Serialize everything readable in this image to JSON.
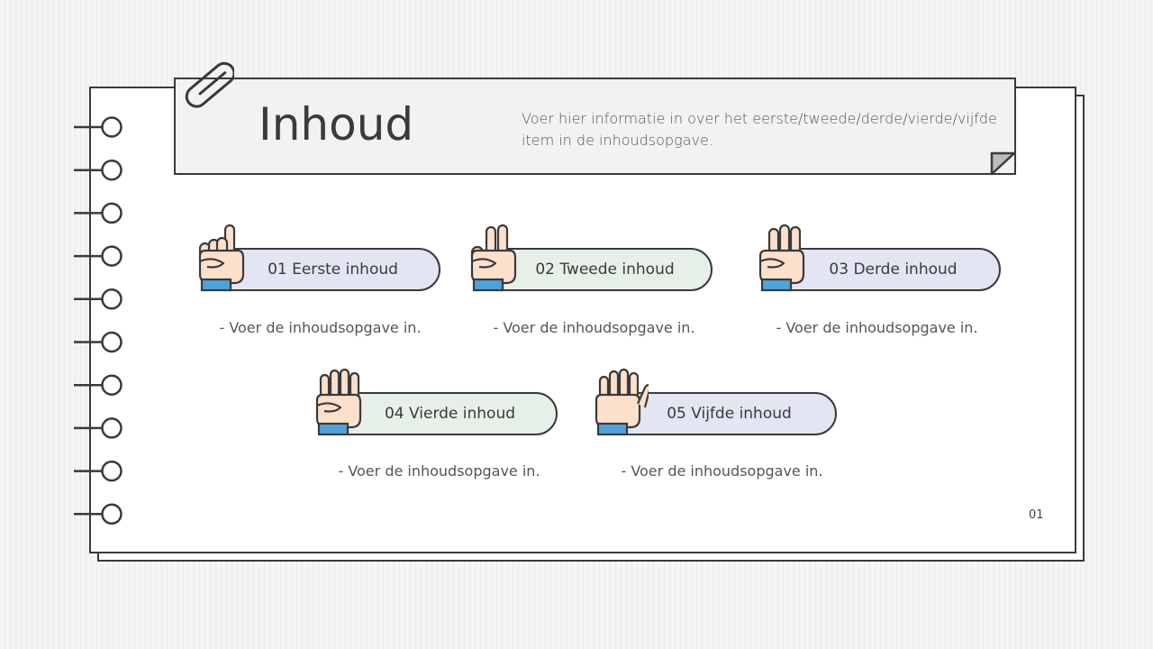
{
  "slide": {
    "title": "Inhoud",
    "description": "Voer hier informatie in over het eerste/tweede/derde/vierde/vijfde item in de inhoudsopgave.",
    "page_number": "01"
  },
  "items": [
    {
      "label": "01 Eerste inhoud",
      "text": "- Voer de inhoudsopgave in.",
      "fingers": 1,
      "color": "#e3e6f2"
    },
    {
      "label": "02 Tweede inhoud",
      "text": "- Voer de inhoudsopgave in.",
      "fingers": 2,
      "color": "#e6f0e8"
    },
    {
      "label": "03 Derde inhoud",
      "text": "- Voer de inhoudsopgave in.",
      "fingers": 3,
      "color": "#e3e6f2"
    },
    {
      "label": "04 Vierde inhoud",
      "text": "- Voer de inhoudsopgave in.",
      "fingers": 4,
      "color": "#e6f0e8"
    },
    {
      "label": "05 Vijfde inhoud",
      "text": "- Voer de inhoudsopgave in.",
      "fingers": 5,
      "color": "#e3e6f2"
    }
  ],
  "colors": {
    "outline": "#3a3a3a",
    "skin": "#fde0cc",
    "cuff": "#4fa3dd"
  }
}
